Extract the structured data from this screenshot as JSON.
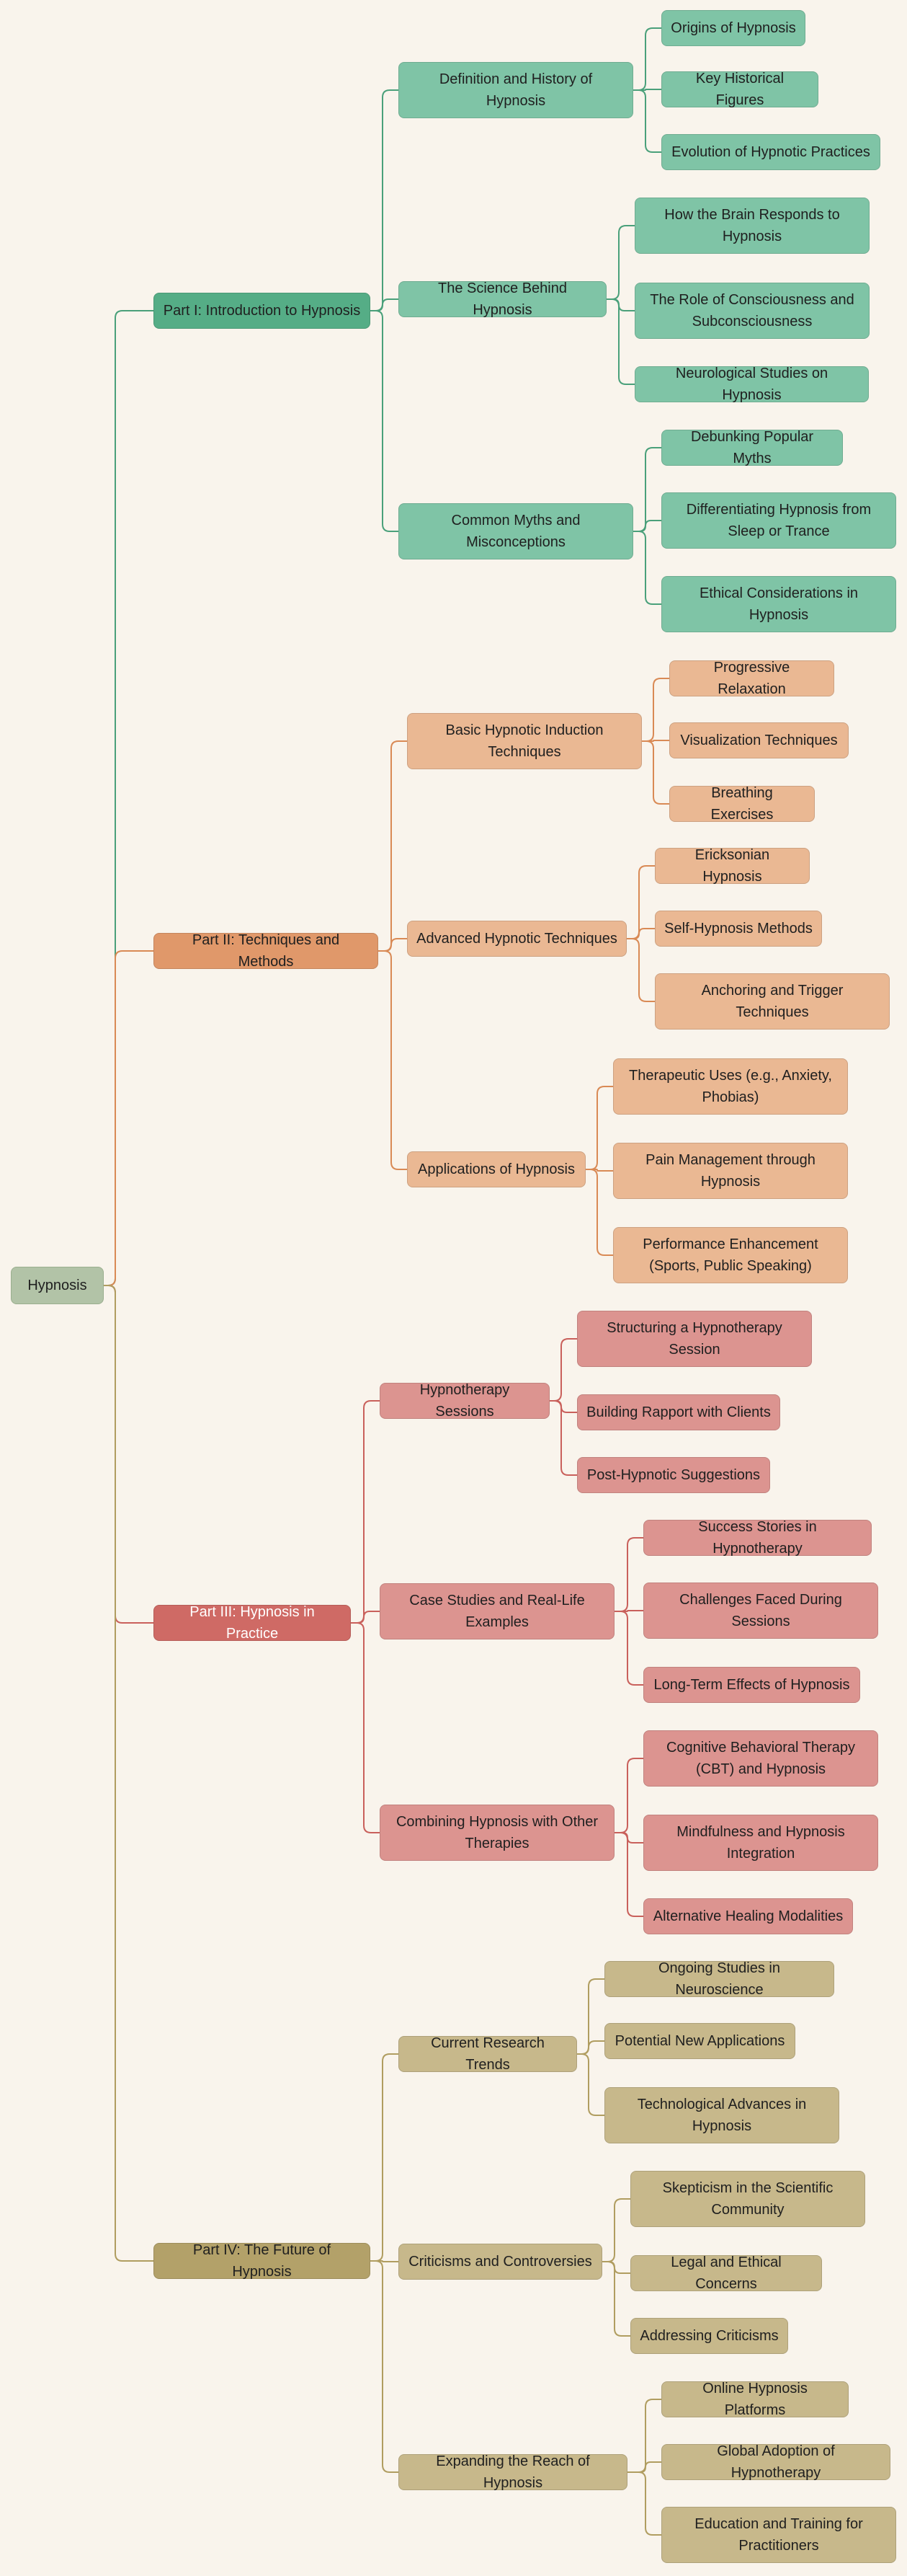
{
  "root": {
    "label": "Hypnosis"
  },
  "colors": {
    "root_fill": "#b2c3a7",
    "green_l1": "#55ad86",
    "green_fill": "#7fc4a6",
    "green_line": "#4aa07a",
    "orange_l1": "#e0986a",
    "orange_fill": "#eab893",
    "orange_line": "#d98a55",
    "red_l1": "#cf6a65",
    "red_fill": "#dc9490",
    "red_line": "#c9605b",
    "gold_l1": "#b3a169",
    "gold_fill": "#c7b88b",
    "gold_line": "#b09d60"
  },
  "parts": [
    {
      "label": "Part I: Introduction to Hypnosis",
      "color": "green",
      "sections": [
        {
          "label": "Definition and History of Hypnosis",
          "topics": [
            "Origins of Hypnosis",
            "Key Historical Figures",
            "Evolution of Hypnotic Practices"
          ]
        },
        {
          "label": "The Science Behind Hypnosis",
          "topics": [
            "How the Brain Responds to Hypnosis",
            "The Role of Consciousness and Subconsciousness",
            "Neurological Studies on Hypnosis"
          ]
        },
        {
          "label": "Common Myths and Misconceptions",
          "topics": [
            "Debunking Popular Myths",
            "Differentiating Hypnosis from Sleep or Trance",
            "Ethical Considerations in Hypnosis"
          ]
        }
      ]
    },
    {
      "label": "Part II: Techniques and Methods",
      "color": "orange",
      "sections": [
        {
          "label": "Basic Hypnotic Induction Techniques",
          "topics": [
            "Progressive Relaxation",
            "Visualization Techniques",
            "Breathing Exercises"
          ]
        },
        {
          "label": "Advanced Hypnotic Techniques",
          "topics": [
            "Ericksonian Hypnosis",
            "Self-Hypnosis Methods",
            "Anchoring and Trigger Techniques"
          ]
        },
        {
          "label": "Applications of Hypnosis",
          "topics": [
            "Therapeutic Uses (e.g., Anxiety, Phobias)",
            "Pain Management through Hypnosis",
            "Performance Enhancement (Sports, Public Speaking)"
          ]
        }
      ]
    },
    {
      "label": "Part III: Hypnosis in Practice",
      "color": "red",
      "sections": [
        {
          "label": "Hypnotherapy Sessions",
          "topics": [
            "Structuring a Hypnotherapy Session",
            "Building Rapport with Clients",
            "Post-Hypnotic Suggestions"
          ]
        },
        {
          "label": "Case Studies and Real-Life Examples",
          "topics": [
            "Success Stories in Hypnotherapy",
            "Challenges Faced During Sessions",
            "Long-Term Effects of Hypnosis"
          ]
        },
        {
          "label": "Combining Hypnosis with Other Therapies",
          "topics": [
            "Cognitive Behavioral Therapy (CBT) and Hypnosis",
            "Mindfulness and Hypnosis Integration",
            "Alternative Healing Modalities"
          ]
        }
      ]
    },
    {
      "label": "Part IV: The Future of Hypnosis",
      "color": "gold",
      "sections": [
        {
          "label": "Current Research Trends",
          "topics": [
            "Ongoing Studies in Neuroscience",
            "Potential New Applications",
            "Technological Advances in Hypnosis"
          ]
        },
        {
          "label": "Criticisms and Controversies",
          "topics": [
            "Skepticism in the Scientific Community",
            "Legal and Ethical Concerns",
            "Addressing Criticisms"
          ]
        },
        {
          "label": "Expanding the Reach of Hypnosis",
          "topics": [
            "Online Hypnosis Platforms",
            "Global Adoption of Hypnotherapy",
            "Education and Training for Practitioners"
          ]
        }
      ]
    }
  ]
}
